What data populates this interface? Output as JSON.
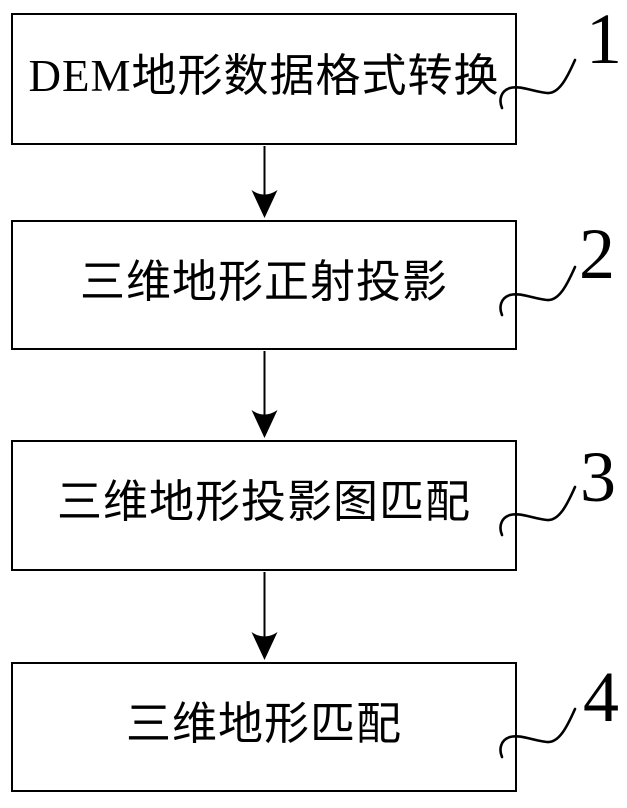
{
  "figure": {
    "type": "flowchart",
    "background_color": "#ffffff",
    "line_color": "#000000",
    "steps": [
      {
        "label": "DEM地形数据格式转换",
        "ref": "1"
      },
      {
        "label": "三维地形正射投影",
        "ref": "2"
      },
      {
        "label": "三维地形投影图匹配",
        "ref": "3"
      },
      {
        "label": "三维地形匹配",
        "ref": "4"
      }
    ]
  }
}
